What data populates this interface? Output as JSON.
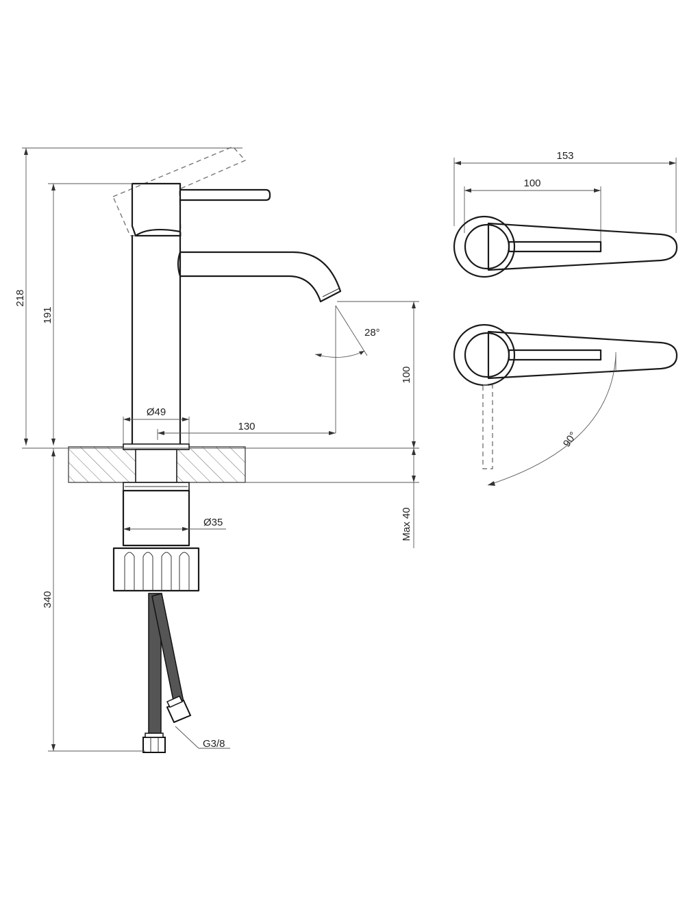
{
  "side_view": {
    "dims": {
      "total_height": "218",
      "body_height": "191",
      "body_diameter": "Ø49",
      "spout_reach": "130",
      "spout_angle": "28°",
      "spout_clearance": "100",
      "shank_diameter": "Ø35",
      "max_counter": "Max 40",
      "hose_length": "340",
      "thread": "G3/8"
    }
  },
  "top_view": {
    "dims": {
      "overall_length": "153",
      "lever_length": "100",
      "rotation": "90°"
    }
  }
}
